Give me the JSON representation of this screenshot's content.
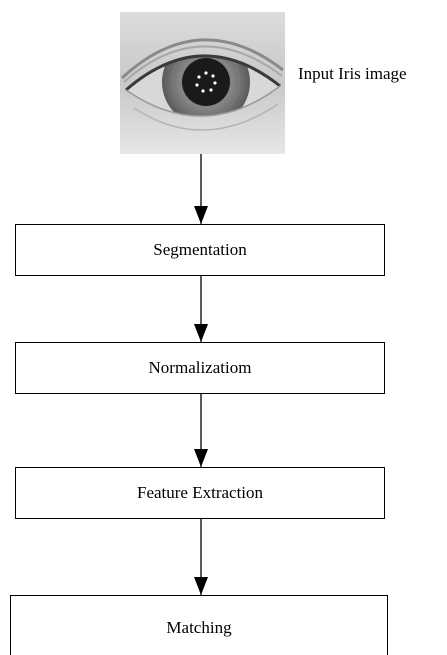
{
  "diagram": {
    "input_label": "Input Iris image",
    "steps": [
      {
        "label": "Segmentation"
      },
      {
        "label": "Normalizatiom"
      },
      {
        "label": "Feature Extraction"
      },
      {
        "label": "Matching"
      }
    ]
  }
}
